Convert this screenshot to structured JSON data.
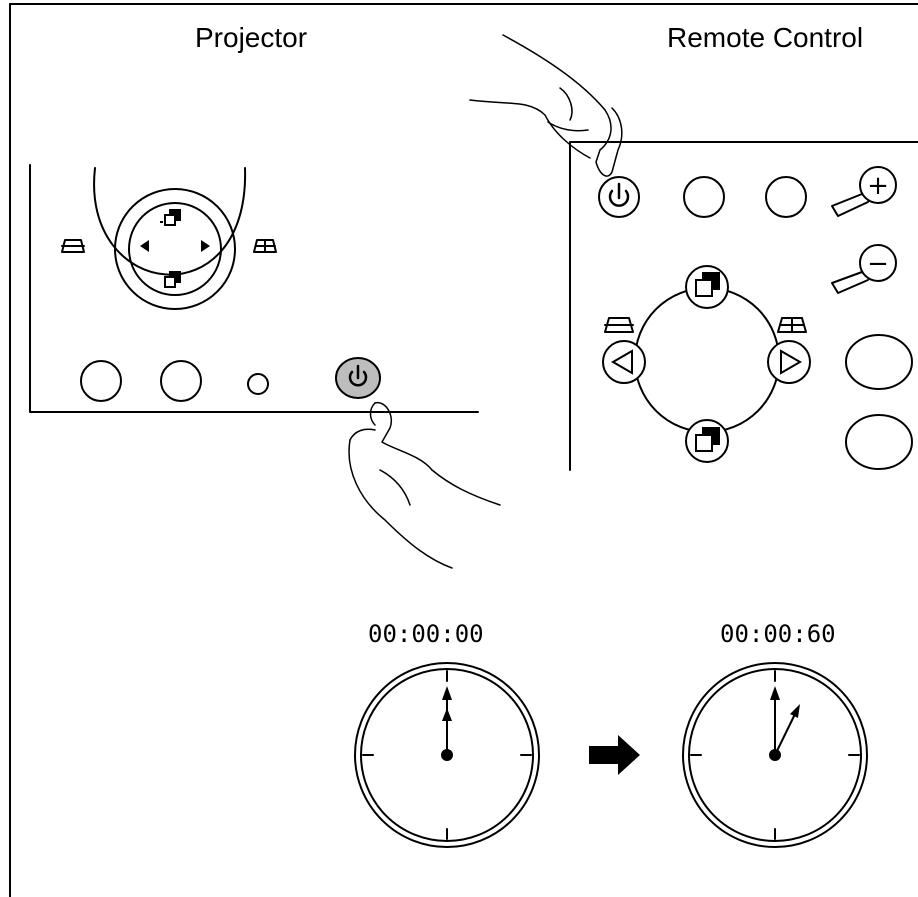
{
  "labels": {
    "projector": "Projector",
    "remote_control": "Remote Control"
  },
  "timer": {
    "start": "00:00:00",
    "end": "00:00:60"
  },
  "icons": {
    "power": "power-icon",
    "keystone_left": "keystone-trapezoid-icon",
    "keystone_right": "keystone-grid-icon",
    "zoom_in": "magnifier-plus-icon",
    "zoom_out": "magnifier-minus-icon",
    "next": "next-window-icon",
    "prev": "previous-window-icon",
    "arrow": "right-arrow-icon"
  },
  "symbols": {
    "plus": "+",
    "minus": "−"
  },
  "colors": {
    "line": "#000000",
    "highlight_button": "#bdbdbd",
    "background": "#ffffff"
  }
}
